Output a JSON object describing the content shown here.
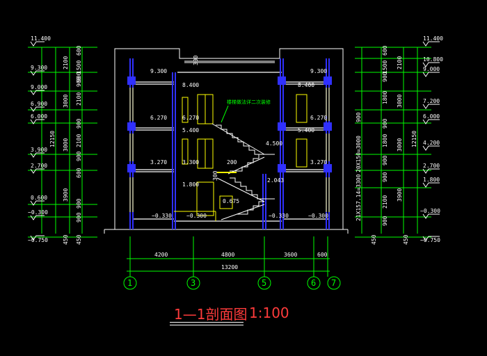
{
  "drawing": {
    "title": "1—1剖面图",
    "scale": "1:100",
    "stair_note": "楼梯做法详二次装修",
    "colors": {
      "background": "#000000",
      "wall": "#3030ff",
      "dims": "#00ff00",
      "text": "#ffffff",
      "title": "#ff3b3b",
      "lines": "#ffffff",
      "stair": "#ffff00"
    }
  },
  "left_elevations": [
    "11.400",
    "9.300",
    "9.000",
    "6.900",
    "6.000",
    "3.900",
    "2.700",
    "0.600",
    "−0.300",
    "−0.750"
  ],
  "right_elevations": [
    "11.400",
    "10.800",
    "9.000",
    "7.200",
    "6.000",
    "4.200",
    "2.700",
    "1.800",
    "−0.300",
    "−0.750"
  ],
  "left_dims_inner": [
    "600",
    "900",
    "1500",
    "900",
    "2100",
    "900",
    "900",
    "2100",
    "600",
    "900",
    "900"
  ],
  "left_dims_mid": [
    "2100",
    "3000",
    "3000",
    "3900"
  ],
  "left_dims_total": "12150",
  "left_dims_bottom": [
    "450",
    "450"
  ],
  "right_dims_inner": [
    "600",
    "900",
    "1500",
    "1800",
    "900",
    "1800",
    "900",
    "900",
    "2100",
    "900"
  ],
  "right_dims_mid": [
    "2100",
    "3000",
    "3000",
    "3900"
  ],
  "right_dims_total": "12150",
  "right_dims_bottom": [
    "450",
    "450"
  ],
  "right_stair_dims": [
    "900",
    "20X150=3000",
    "21X157.14=3300"
  ],
  "interior_levels_left": [
    "9.300",
    "8.400",
    "6.270",
    "6.270",
    "5.400",
    "3.270",
    "3.300",
    "1.800",
    "−0.330",
    "−0.300"
  ],
  "interior_levels_right": [
    "9.300",
    "8.400",
    "6.270",
    "5.400",
    "4.500",
    "3.270",
    "2.043",
    "0.675",
    "−0.330",
    "−0.300"
  ],
  "stair_dims": [
    "200",
    "300",
    "300"
  ],
  "bottom_dims": {
    "spans": [
      "4200",
      "4800",
      "3600",
      "600"
    ],
    "total": "13200"
  },
  "axes": [
    "1",
    "3",
    "5",
    "6",
    "7"
  ]
}
